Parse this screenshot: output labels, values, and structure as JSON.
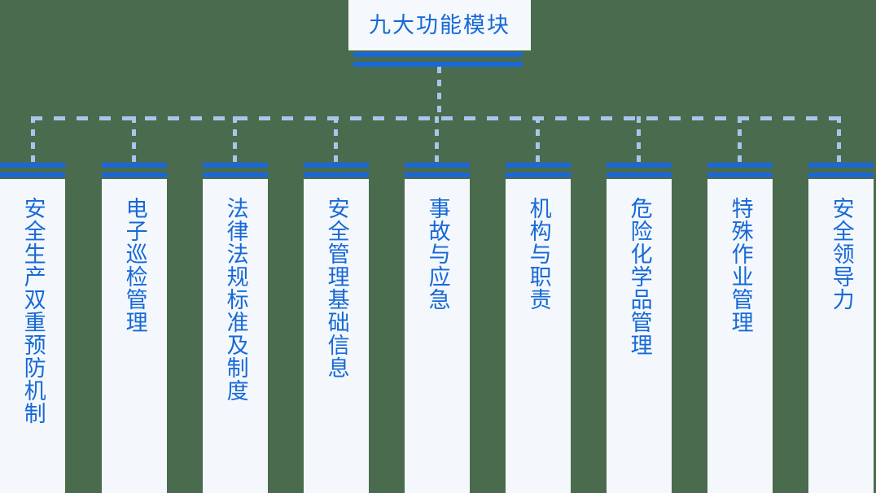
{
  "diagram": {
    "type": "org-tree",
    "background_color": "#4a6b4d",
    "accent_color": "#1a68d8",
    "text_color": "#1769d6",
    "card_background": "#f4f8fd",
    "connector_color": "#a8c6ec",
    "root": {
      "label": "九大功能模块"
    },
    "children": [
      {
        "label": "安全生产双重预防机制"
      },
      {
        "label": "电子巡检管理"
      },
      {
        "label": "法律法规标准及制度"
      },
      {
        "label": "安全管理基础信息"
      },
      {
        "label": "事故与应急"
      },
      {
        "label": "机构与职责"
      },
      {
        "label": "危险化学品管理"
      },
      {
        "label": "特殊作业管理"
      },
      {
        "label": "安全领导力"
      }
    ]
  }
}
